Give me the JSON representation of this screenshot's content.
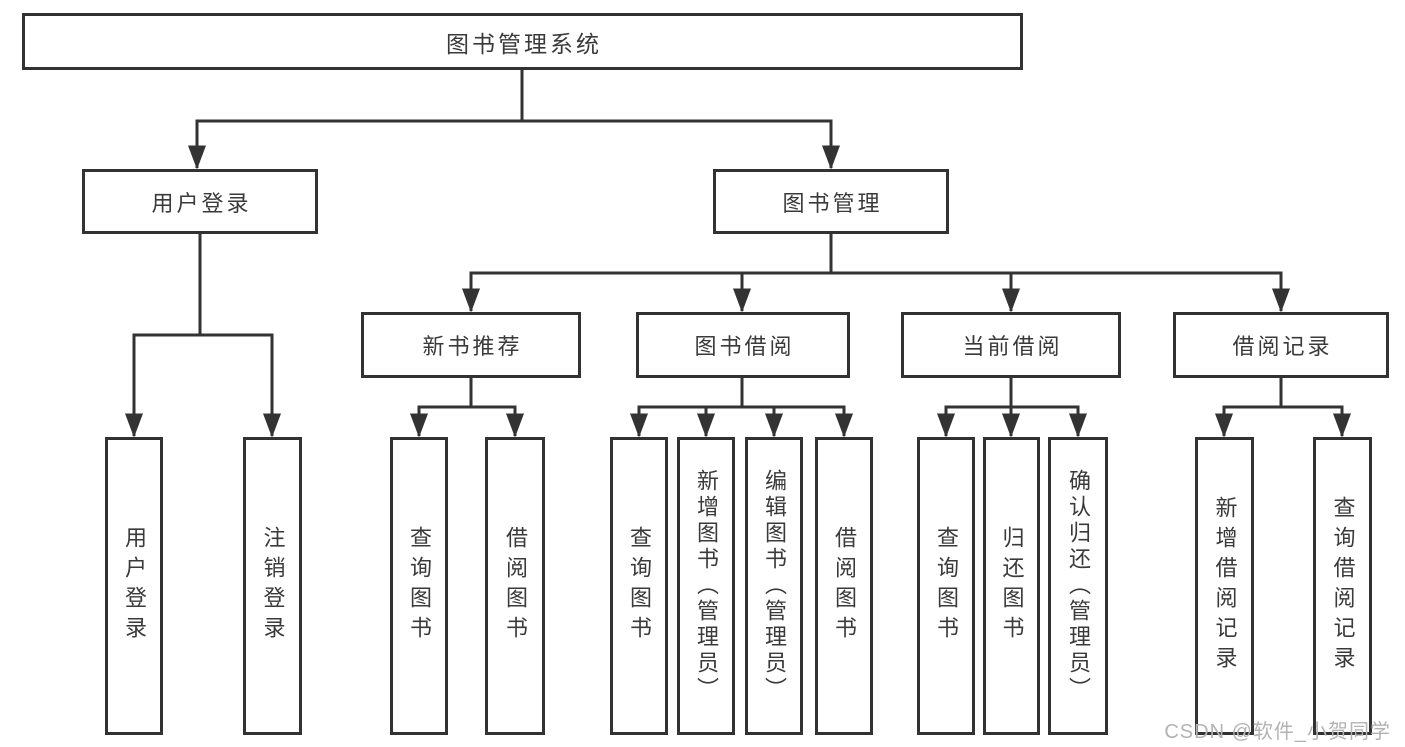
{
  "diagram": {
    "title": "图书管理系统",
    "level2": {
      "user_login": "用户登录",
      "book_management": "图书管理"
    },
    "level3": {
      "new_book_recommend": "新书推荐",
      "book_borrowing": "图书借阅",
      "current_borrowing": "当前借阅",
      "borrowing_records": "借阅记录"
    },
    "leaves": {
      "user_login": "用户登录",
      "logout": "注销登录",
      "recommend_query_books": "查询图书",
      "recommend_borrow_books": "借阅图书",
      "borrowing_query_books": "查询图书",
      "borrowing_add_books_admin": "新增图书（管理员）",
      "borrowing_edit_books_admin": "编辑图书（管理员）",
      "borrowing_borrow_books": "借阅图书",
      "current_query_books": "查询图书",
      "current_return_books": "归还图书",
      "current_confirm_return_admin": "确认归还（管理员）",
      "records_add_record": "新增借阅记录",
      "records_query_record": "查询借阅记录"
    }
  },
  "watermark": {
    "text": "CSDN @软件_小贺同学"
  },
  "colors": {
    "line": "#333333",
    "box_border": "#323232",
    "text": "#3a3a3a",
    "watermark": "#b3b3b3",
    "background": "#ffffff"
  }
}
